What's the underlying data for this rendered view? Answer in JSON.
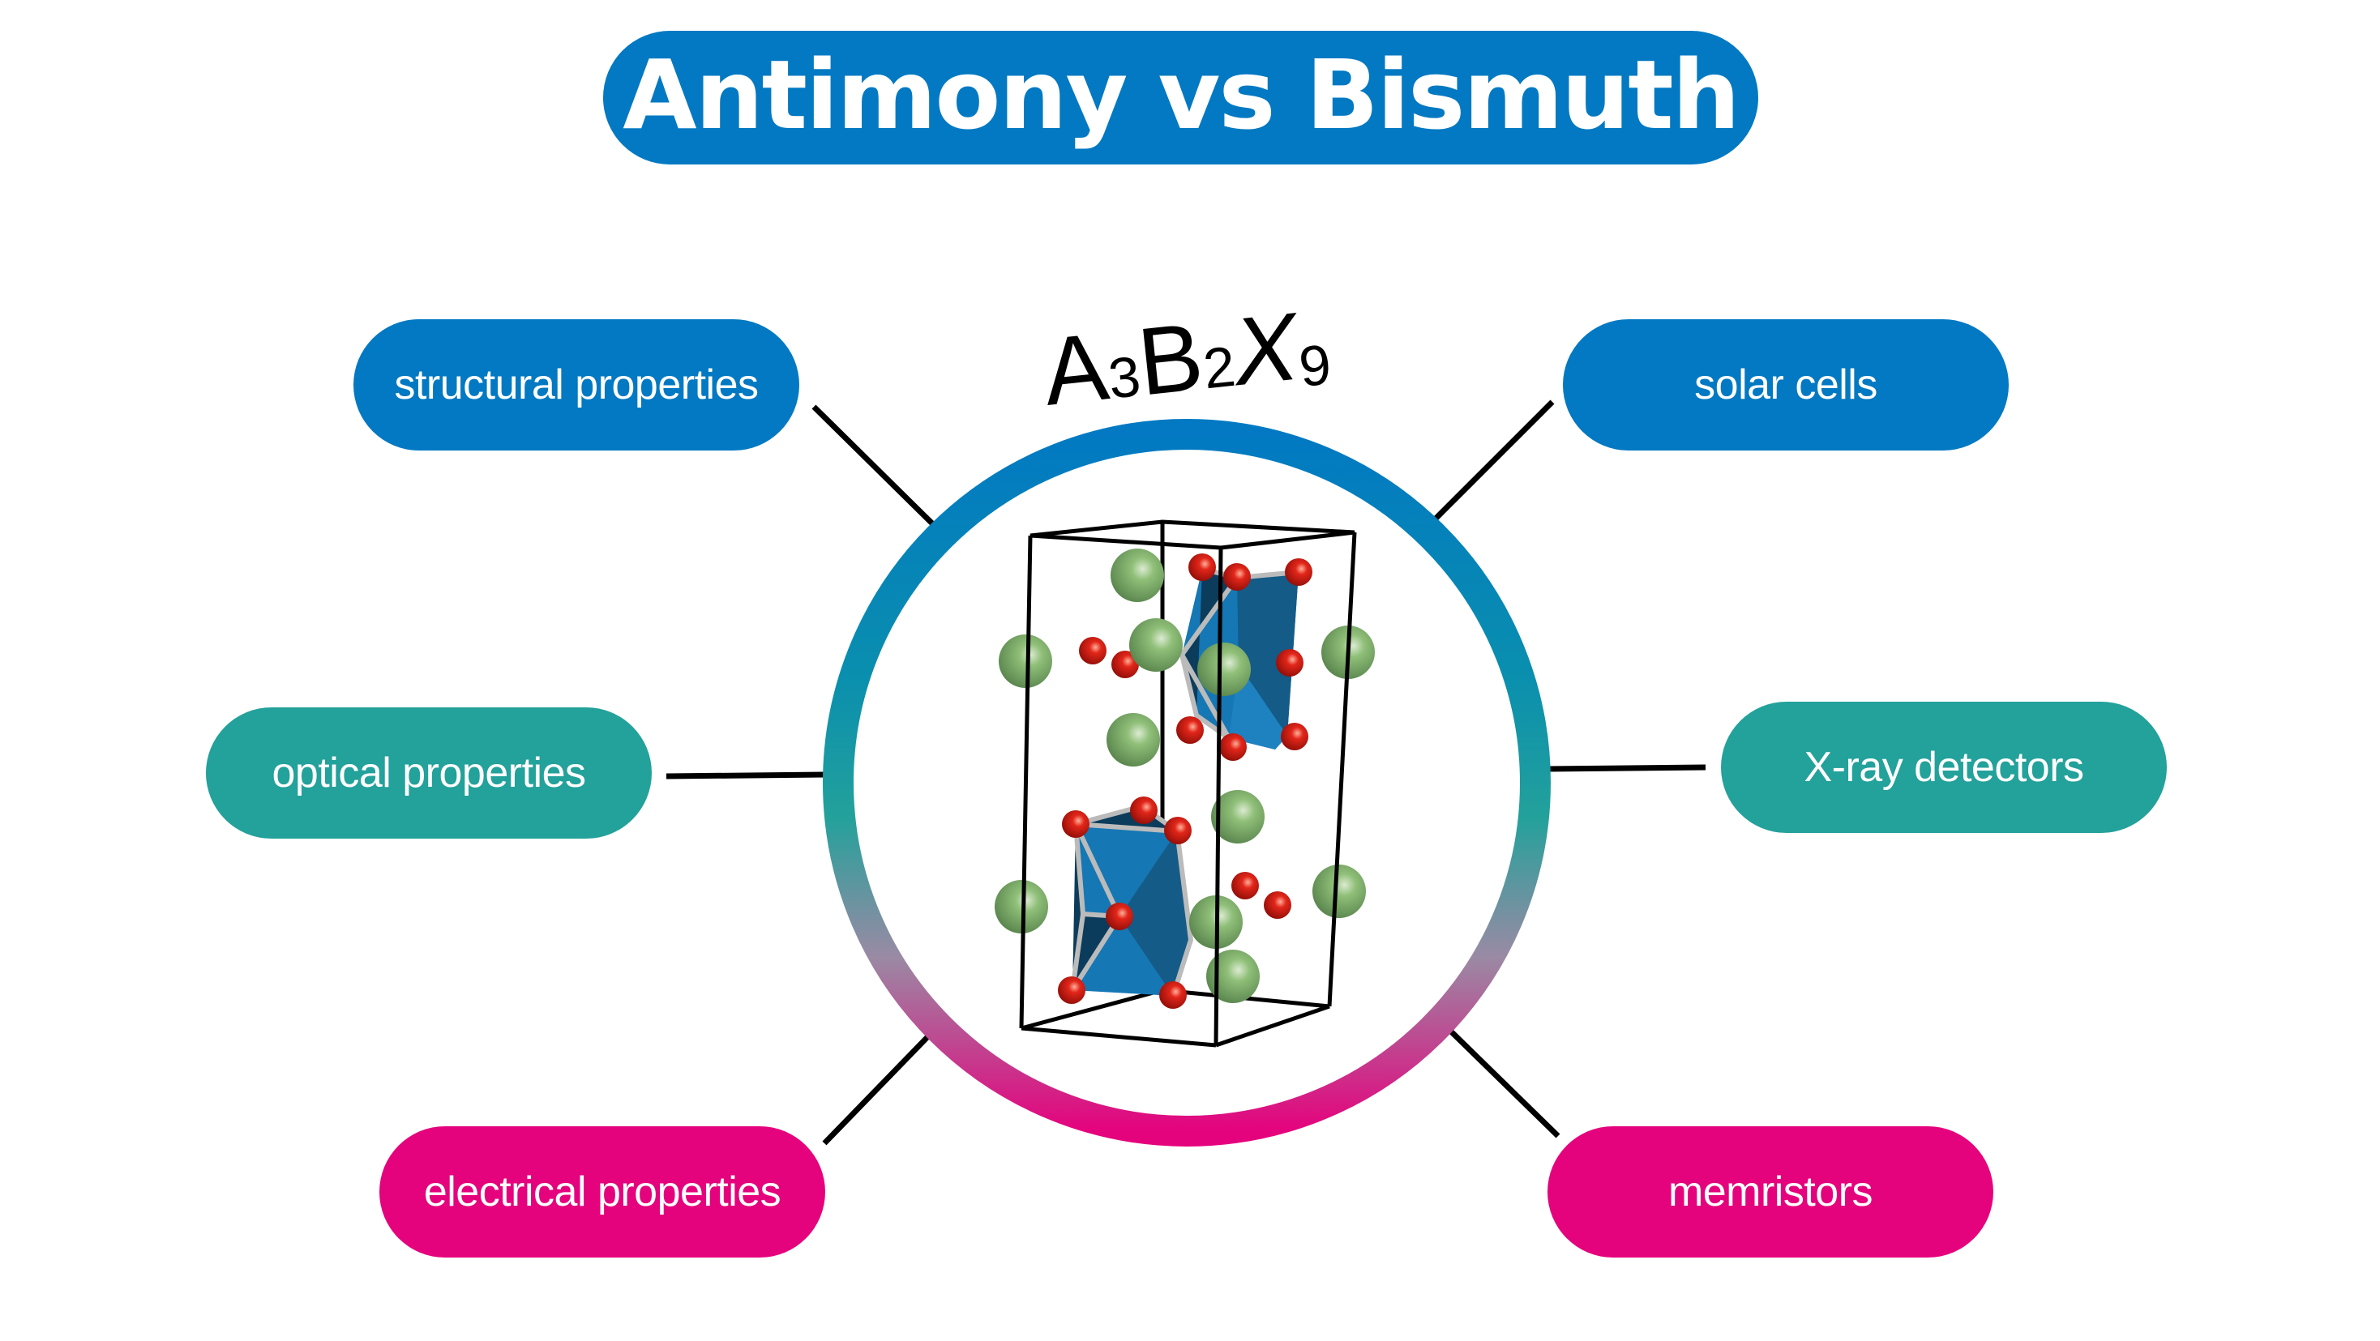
{
  "title": "Antimony vs Bismuth",
  "formula": {
    "parts": [
      {
        "text": "A",
        "sub": false
      },
      {
        "text": "3",
        "sub": true
      },
      {
        "text": "B",
        "sub": false
      },
      {
        "text": "2",
        "sub": true
      },
      {
        "text": "X",
        "sub": false
      },
      {
        "text": "9",
        "sub": true
      }
    ]
  },
  "center_icon": "crystal-structure-icon",
  "colors": {
    "blue": "#0279c2",
    "teal": "#23a19b",
    "pink": "#e5027d",
    "sphere_green": "#78a860",
    "sphere_red": "#d01810",
    "octahedron_blue": "#1577b4"
  },
  "left_items": [
    {
      "label": "structural properties",
      "color": "blue"
    },
    {
      "label": "optical properties",
      "color": "teal"
    },
    {
      "label": "electrical properties",
      "color": "pink"
    }
  ],
  "right_items": [
    {
      "label": "solar cells",
      "color": "blue"
    },
    {
      "label": "X-ray detectors",
      "color": "teal"
    },
    {
      "label": "memristors",
      "color": "pink"
    }
  ]
}
